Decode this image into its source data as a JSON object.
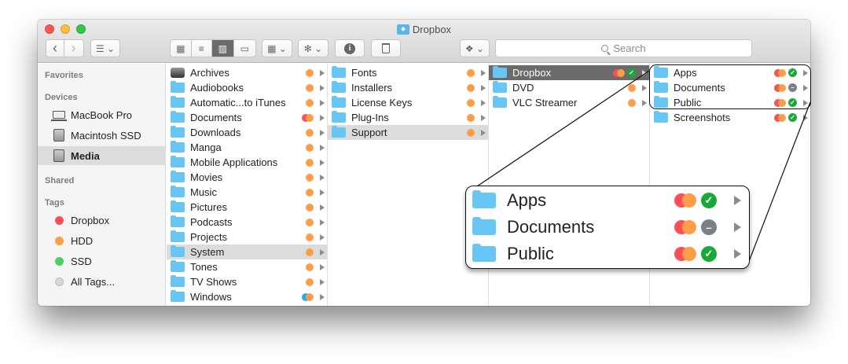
{
  "window": {
    "title": "Dropbox",
    "colors": {
      "close": "#fc5753",
      "minimize": "#fdbc40",
      "maximize": "#33c748",
      "selection_dark": "#6b6b6b",
      "selection_grey": "#dcdcdc"
    }
  },
  "toolbar": {
    "back": "‹",
    "forward": "›",
    "arrange": "☰ ⌄",
    "views": [
      "▦",
      "≡",
      "▥",
      "▭"
    ],
    "group": "▦ ⌄",
    "action": "✻ ⌄",
    "info": "i",
    "trash": "🗑",
    "dropbox": "❖ ⌄",
    "search_placeholder": "Search"
  },
  "sidebar": {
    "favorites": "Favorites",
    "devices": "Devices",
    "device_items": [
      {
        "label": "MacBook Pro",
        "icon": "laptop-icon"
      },
      {
        "label": "Macintosh SSD",
        "icon": "disk-icon"
      },
      {
        "label": "Media",
        "icon": "disk-icon",
        "selected": true
      }
    ],
    "shared": "Shared",
    "tags_header": "Tags",
    "tags": [
      {
        "label": "Dropbox",
        "color": "#fc4f55"
      },
      {
        "label": "HDD",
        "color": "#fd9d47"
      },
      {
        "label": "SSD",
        "color": "#4cd15e"
      },
      {
        "label": "All Tags...",
        "color": "#d8d8d8"
      }
    ]
  },
  "columns": [
    {
      "items": [
        {
          "name": "Archives",
          "tags": [
            "#fd9d47"
          ]
        },
        {
          "name": "Audiobooks",
          "tags": [
            "#fd9d47"
          ]
        },
        {
          "name": "Automatic...to iTunes",
          "tags": [
            "#fd9d47"
          ]
        },
        {
          "name": "Documents",
          "tags": [
            "#fc4f55",
            "#fd9d47"
          ]
        },
        {
          "name": "Downloads",
          "tags": [
            "#fd9d47"
          ]
        },
        {
          "name": "Manga",
          "tags": [
            "#fd9d47"
          ]
        },
        {
          "name": "Mobile Applications",
          "tags": [
            "#fd9d47"
          ]
        },
        {
          "name": "Movies",
          "tags": [
            "#fd9d47"
          ]
        },
        {
          "name": "Music",
          "tags": [
            "#fd9d47"
          ]
        },
        {
          "name": "Pictures",
          "tags": [
            "#fd9d47"
          ]
        },
        {
          "name": "Podcasts",
          "tags": [
            "#fd9d47"
          ]
        },
        {
          "name": "Projects",
          "tags": [
            "#fd9d47"
          ]
        },
        {
          "name": "System",
          "tags": [
            "#fd9d47"
          ],
          "selected": true
        },
        {
          "name": "Tones",
          "tags": [
            "#fd9d47"
          ]
        },
        {
          "name": "TV Shows",
          "tags": [
            "#fd9d47"
          ]
        },
        {
          "name": "Windows",
          "tags": [
            "#29a9f0",
            "#fd9d47"
          ]
        }
      ]
    },
    {
      "items": [
        {
          "name": "Fonts",
          "tags": [
            "#fd9d47"
          ]
        },
        {
          "name": "Installers",
          "tags": [
            "#fd9d47"
          ]
        },
        {
          "name": "License Keys",
          "tags": [
            "#fd9d47"
          ]
        },
        {
          "name": "Plug-Ins",
          "tags": [
            "#fd9d47"
          ]
        },
        {
          "name": "Support",
          "tags": [
            "#fd9d47"
          ],
          "selected": true
        }
      ]
    },
    {
      "items": [
        {
          "name": "Dropbox",
          "tags": [
            "#fc4f55",
            "#fd9d47"
          ],
          "status": "synced",
          "selected": true
        },
        {
          "name": "DVD",
          "tags": [
            "#fd9d47"
          ]
        },
        {
          "name": "VLC Streamer",
          "tags": [
            "#fd9d47"
          ]
        }
      ]
    },
    {
      "items": [
        {
          "name": "Apps",
          "tags": [
            "#fc4f55",
            "#fd9d47"
          ],
          "status": "synced"
        },
        {
          "name": "Documents",
          "tags": [
            "#fc4f55",
            "#fd9d47"
          ],
          "status": "excluded"
        },
        {
          "name": "Public",
          "tags": [
            "#fc4f55",
            "#fd9d47"
          ],
          "status": "synced"
        },
        {
          "name": "Screenshots",
          "tags": [
            "#fc4f55",
            "#fd9d47"
          ],
          "status": "synced"
        }
      ]
    }
  ],
  "magnifier": {
    "items": [
      {
        "name": "Apps",
        "status": "synced"
      },
      {
        "name": "Documents",
        "status": "excluded"
      },
      {
        "name": "Public",
        "status": "synced"
      }
    ]
  },
  "status_icons": {
    "synced": "✓",
    "excluded": "–",
    "synced_color": "#1aa839",
    "excluded_color": "#7c7f84"
  }
}
